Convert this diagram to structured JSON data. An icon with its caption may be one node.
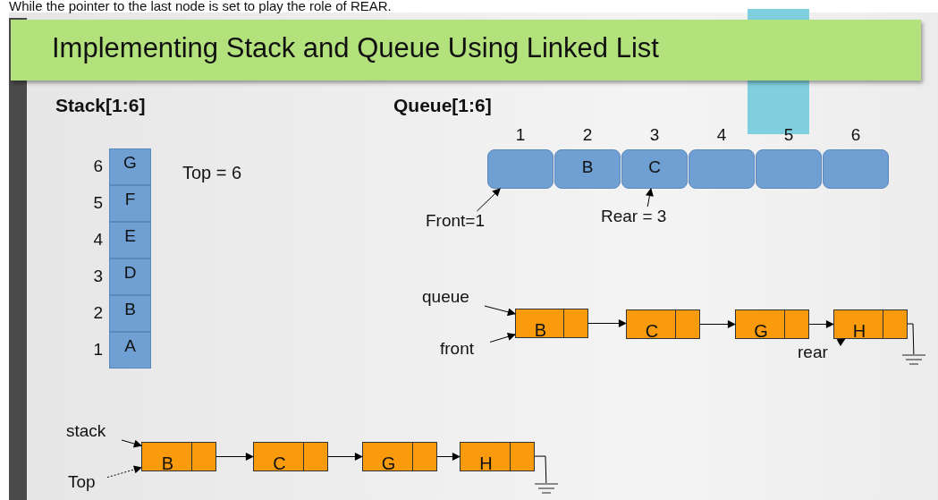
{
  "diagram": {
    "title": "Implementing Stack and Queue Using Linked List",
    "nodes": [
      {
        "text": [
          "G"
        ],
        "beside": [
          "6"
        ]
      },
      {
        "text": [
          "F"
        ],
        "beside": [
          "5"
        ]
      },
      {
        "text": [
          "E"
        ],
        "beside": [
          "4"
        ]
      },
      {
        "text": [
          "D"
        ],
        "beside": [
          "3"
        ]
      },
      {
        "text": [
          "B"
        ],
        "beside": [
          "2"
        ]
      },
      {
        "text": [
          "A"
        ],
        "beside": [
          "1"
        ]
      },
      {
        "text": [],
        "shape": "box",
        "beside": [
          "1"
        ]
      },
      {
        "text": [
          "B"
        ],
        "beside": [
          "2"
        ]
      },
      {
        "text": [
          "C"
        ],
        "beside": [
          "3"
        ]
      },
      {
        "text": [],
        "shape": "box",
        "beside": [
          "4"
        ]
      },
      {
        "text": [],
        "shape": "box",
        "beside": [
          "5"
        ]
      },
      {
        "text": [],
        "shape": "box",
        "beside": [
          "6"
        ]
      },
      {
        "text": [
          "Front=1"
        ]
      },
      {
        "text": [
          "Rear = 3"
        ]
      },
      {
        "text": [
          "queue"
        ]
      },
      {
        "text": [
          "front"
        ]
      },
      {
        "text": [
          "B"
        ]
      },
      {
        "text": [
          "C"
        ]
      },
      {
        "text": [
          "G"
        ]
      },
      {
        "text": [
          "H"
        ]
      },
      {
        "text": [
          "rear"
        ]
      },
      {
        "text": [],
        "shape": "ground"
      },
      {
        "text": [
          "stack"
        ]
      },
      {
        "text": [
          "Top"
        ]
      },
      {
        "text": [
          "B"
        ]
      },
      {
        "text": [
          "C"
        ]
      },
      {
        "text": [
          "G"
        ]
      },
      {
        "text": [
          "H"
        ]
      },
      {
        "text": [],
        "shape": "ground"
      }
    ],
    "edges": [
      {
        "from": 12,
        "to": 6,
        "arrow": "to"
      },
      {
        "from": 13,
        "to": 8,
        "arrow": "to"
      },
      {
        "from": 14,
        "to": 16,
        "arrow": "to"
      },
      {
        "from": 15,
        "to": 16,
        "arrow": "to"
      },
      {
        "from": 16,
        "to": 17,
        "arrow": "to"
      },
      {
        "from": 17,
        "to": 18,
        "arrow": "to"
      },
      {
        "from": 18,
        "to": 19,
        "arrow": "to"
      },
      {
        "from": 20,
        "to": 19,
        "arrow": "to"
      },
      {
        "from": 19,
        "to": 21,
        "arrow": "none"
      },
      {
        "from": 22,
        "to": 24,
        "arrow": "to"
      },
      {
        "from": 23,
        "to": 24,
        "arrow": "to",
        "style": "dashed"
      },
      {
        "from": 24,
        "to": 25,
        "arrow": "to"
      },
      {
        "from": 25,
        "to": 26,
        "arrow": "to"
      },
      {
        "from": 26,
        "to": 27,
        "arrow": "to"
      },
      {
        "from": 27,
        "to": 28,
        "arrow": "none"
      }
    ],
    "labels": [
      "While the pointer to the last node is set to play the role of REAR.",
      "Stack[1:6]",
      "Top = 6",
      "Queue[1:6]"
    ]
  }
}
